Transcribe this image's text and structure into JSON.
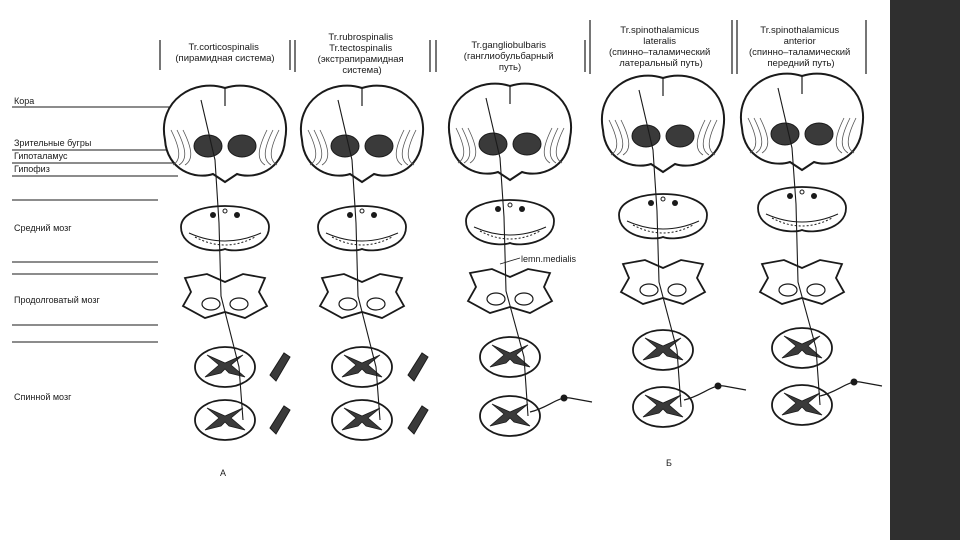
{
  "tracts": [
    {
      "lines": [
        "Tr.corticospinalis",
        "(пирамидная система)"
      ]
    },
    {
      "lines": [
        "Tr.rubrospinalis",
        "Tr.tectospinalis",
        "(экстрапирамидная",
        "система)"
      ]
    },
    {
      "lines": [
        "Tr.gangliobulbaris",
        "(ганглиобульбарный",
        "путь)"
      ]
    },
    {
      "lines": [
        "Tr.spinothalamicus",
        "lateralis",
        "(спинно–таламический",
        "латеральный путь)"
      ]
    },
    {
      "lines": [
        "Tr.spinothalamicus",
        "anterior",
        "(спинно–таламический",
        "передний путь)"
      ]
    }
  ],
  "levels": {
    "cortex": "Кора",
    "thalamus": "Зрительные бугры",
    "hypothalamus": "Гипоталамус",
    "hypophysis": "Гипофиз",
    "midbrain": "Средний мозг",
    "medulla": "Продолговатый мозг",
    "spinal": "Спинной мозг"
  },
  "annotations": {
    "lemniscus": "lemn.medialis",
    "group_a": "А",
    "group_b": "Б"
  },
  "colors": {
    "ink": "#1a1a1a",
    "paper": "#ffffff",
    "side_strip": "#2f2f2f"
  }
}
